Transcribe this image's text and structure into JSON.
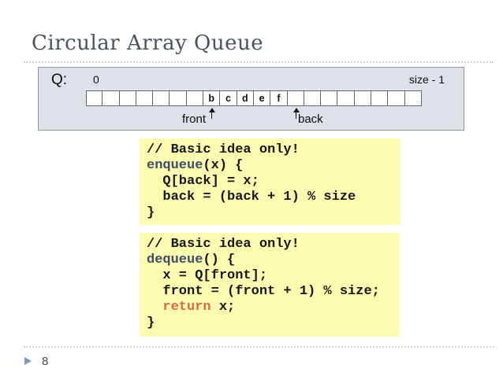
{
  "slide": {
    "title": "Circular Array Queue",
    "page_number": "8"
  },
  "queue": {
    "label": "Q:",
    "start_index_label": "0",
    "end_index_label": "size - 1",
    "cells": [
      "",
      "",
      "",
      "",
      "",
      "",
      "",
      "b",
      "c",
      "d",
      "e",
      "f",
      "",
      "",
      "",
      "",
      "",
      "",
      "",
      ""
    ],
    "front_label": "front",
    "back_label": "back",
    "front_cell_index": 7,
    "back_cell_index": 12
  },
  "enqueue_block": {
    "comment": "// Basic idea only!",
    "keyword": "enqueue",
    "signature_rest": "(x) {",
    "body_line_1": "  Q[back] = x;",
    "body_line_2": "  back = (back + 1) % size",
    "closing_brace": "}"
  },
  "dequeue_block": {
    "comment": "// Basic idea only!",
    "keyword": "dequeue",
    "signature_rest": "() {",
    "body_line_1": "  x = Q[front];",
    "body_line_2": "  front = (front + 1) % size;",
    "return_indent": "  ",
    "return_keyword": "return",
    "return_rest": " x;",
    "closing_brace": "}"
  },
  "colors": {
    "title_color": "#4a525b",
    "panel_background": "#dde1e8",
    "code_background": "#fbfbb1",
    "keyword_slate": "#3e5061",
    "keyword_orange": "#d9693f",
    "footer_accent": "#7e99b0"
  }
}
